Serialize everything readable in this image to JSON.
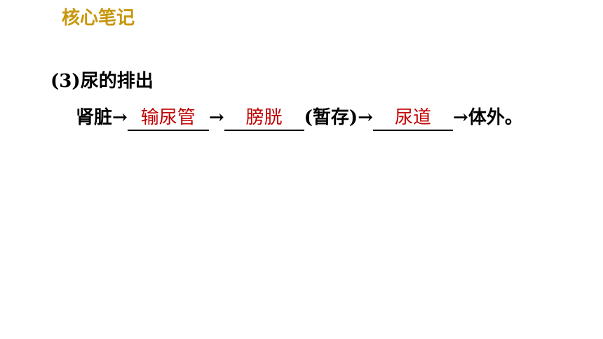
{
  "colors": {
    "title": "#c8960c",
    "answer": "#c00000",
    "text": "#000000"
  },
  "title": "核心笔记",
  "heading": "(3)尿的排出",
  "flow": {
    "kidney": "肾脏",
    "arrow": "→",
    "blank1": "输尿管",
    "blank2": "膀胱",
    "storage_note": "(暂存)",
    "blank3": "尿道",
    "end": "体外。"
  }
}
